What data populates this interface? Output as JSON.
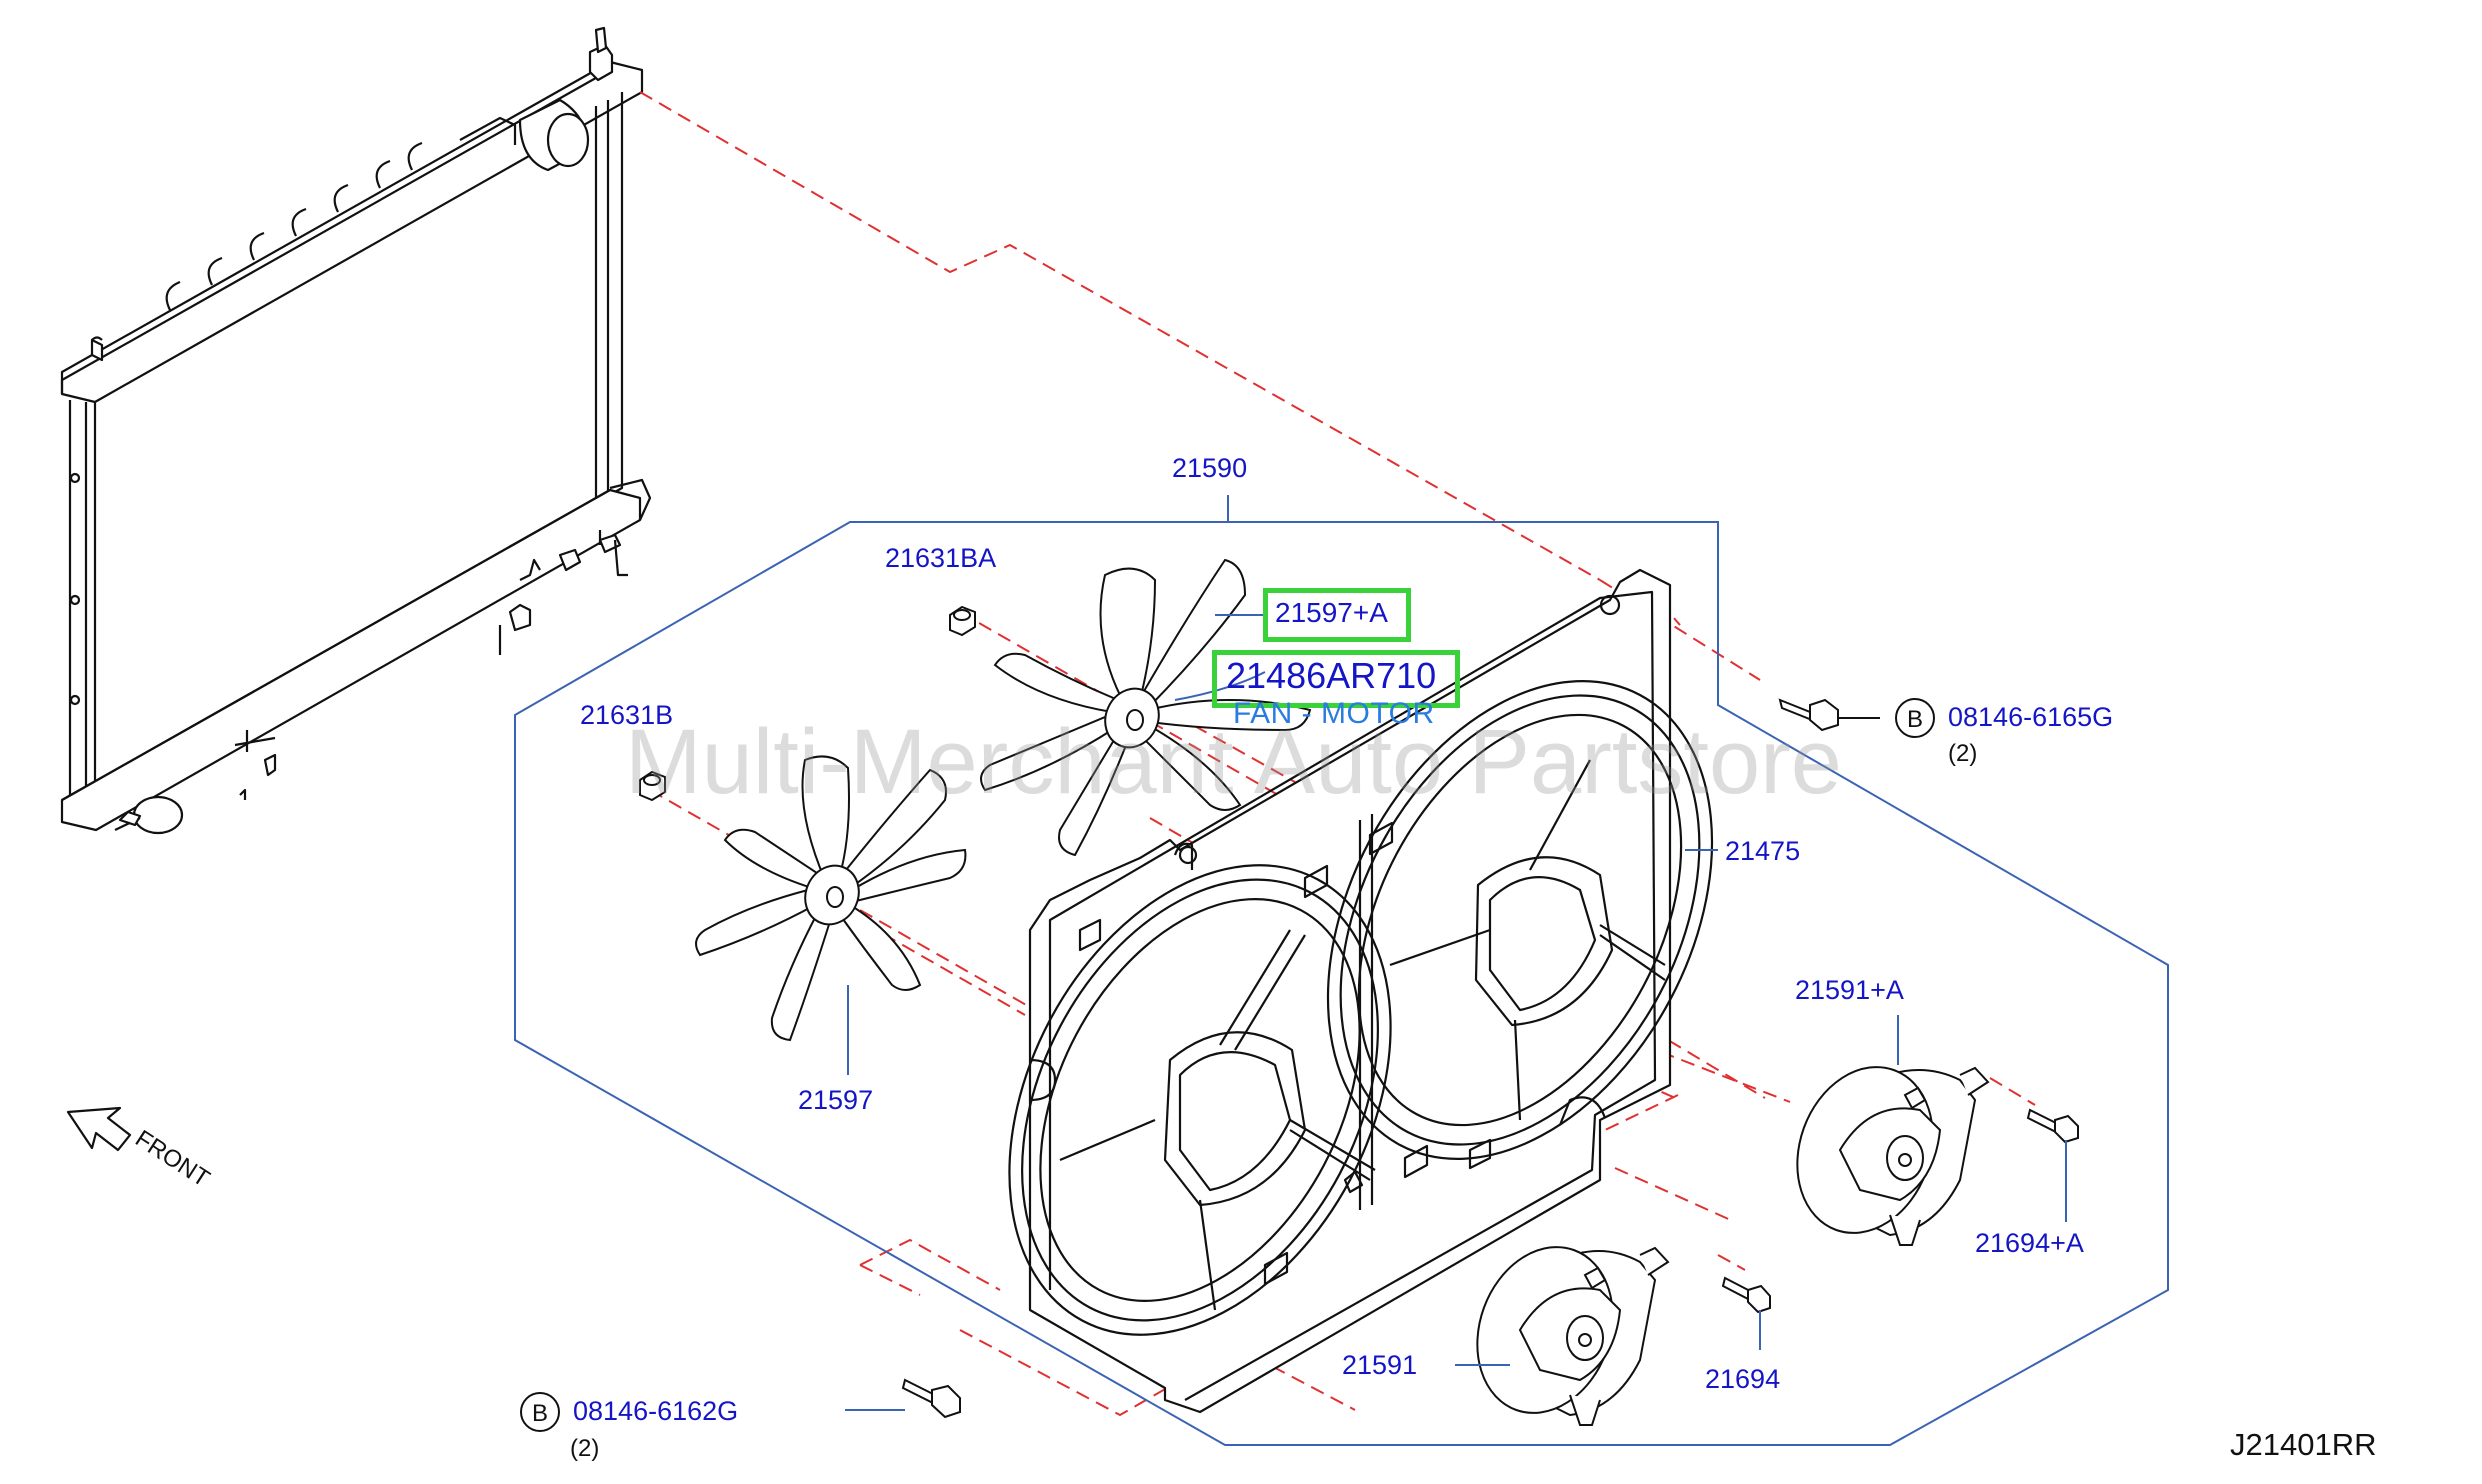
{
  "parts": {
    "p21590": "21590",
    "p21631BA": "21631BA",
    "p21597A": "21597+A",
    "p21486": "21486AR710",
    "p21486_desc": "FAN - MOTOR",
    "p08146_6165G": "08146-6165G",
    "p08146_6165G_qty": "(2)",
    "p21631B": "21631B",
    "p21475": "21475",
    "p21591A": "21591+A",
    "p21597": "21597",
    "p21694A": "21694+A",
    "p21591": "21591",
    "p21694": "21694",
    "p08146_6162G": "08146-6162G",
    "p08146_6162G_qty": "(2)"
  },
  "markers": {
    "b_upper": "B",
    "b_lower": "B"
  },
  "direction": {
    "front": "FRONT"
  },
  "watermark": "Multi-Merchant Auto Partstore",
  "diagram_code": "J21401RR",
  "colors": {
    "label_blue": "#1515c8",
    "highlight_green": "#3ad23a",
    "leader_red": "#e03030",
    "outline_blue": "#3b63b4",
    "line_black": "#111111"
  }
}
